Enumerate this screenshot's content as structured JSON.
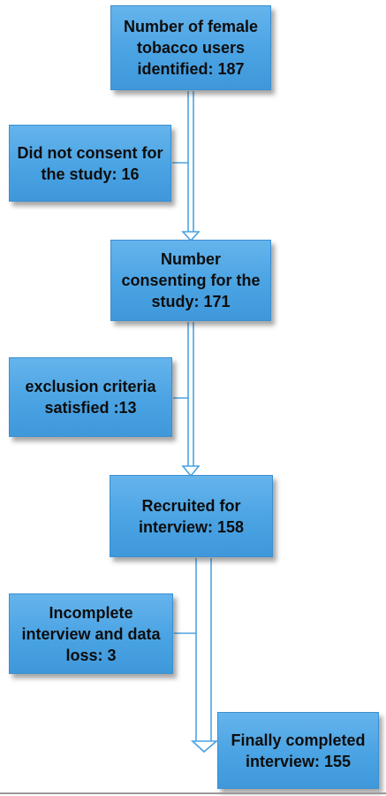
{
  "flowchart": {
    "identified": "Number of female tobacco users identified: 187",
    "no_consent": "Did not consent for the study: 16",
    "consenting": "Number consenting for the study: 171",
    "exclusion": "exclusion criteria satisfied :13",
    "recruited": "Recruited for interview: 158",
    "incomplete": "Incomplete interview and data loss: 3",
    "completed": "Finally completed interview: 155"
  },
  "colors": {
    "box_fill": "#4aa3e3",
    "box_border": "#3b8fd0",
    "connector": "#4aa3e3",
    "text": "#0d0d0d"
  }
}
